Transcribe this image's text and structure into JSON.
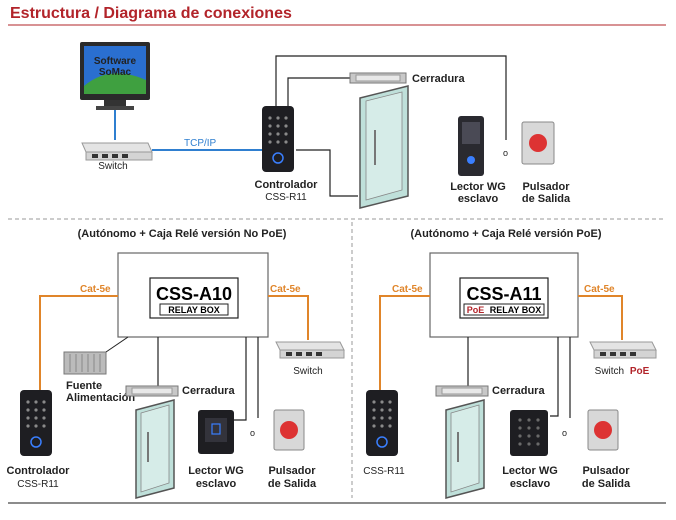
{
  "title": "Estructura / Diagrama de conexiones",
  "colors": {
    "accent": "#b2242a",
    "cable": "#e0852a",
    "wire": "#222222",
    "tcp": "#2f7fd0"
  },
  "top": {
    "software": [
      "Software",
      "SoMac"
    ],
    "switch": "Switch",
    "tcp": "TCP/IP",
    "controller": [
      "Controlador",
      "CSS-R11"
    ],
    "lock": "Cerradura",
    "reader": [
      "Lector WG",
      "esclavo"
    ],
    "button": [
      "Pulsador",
      "de Salida"
    ]
  },
  "left": {
    "caption": "(Autónomo + Caja Relé versión No PoE)",
    "box_name": "CSS-A10",
    "box_sub": "RELAY BOX",
    "cat_left": "Cat-5e",
    "cat_right": "Cat-5e",
    "switch": "Switch",
    "psu": [
      "Fuente",
      "Alimentación"
    ],
    "lock": "Cerradura",
    "controller": [
      "Controlador",
      "CSS-R11"
    ],
    "reader": [
      "Lector WG",
      "esclavo"
    ],
    "button": [
      "Pulsador",
      "de Salida"
    ]
  },
  "right": {
    "caption": "(Autónomo + Caja Relé versión PoE)",
    "box_name": "CSS-A11",
    "box_sub_poe": "PoE",
    "box_sub_rest": "RELAY BOX",
    "cat_left": "Cat-5e",
    "cat_right": "Cat-5e",
    "switch_text": "Switch",
    "switch_poe": "PoE",
    "lock": "Cerradura",
    "controller": "CSS-R11",
    "reader": [
      "Lector WG",
      "esclavo"
    ],
    "button": [
      "Pulsador",
      "de Salida"
    ]
  }
}
